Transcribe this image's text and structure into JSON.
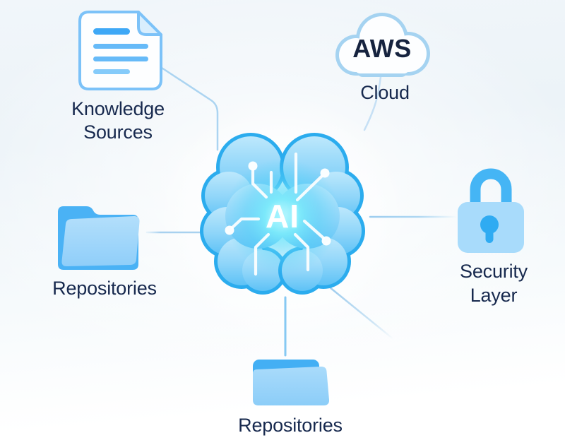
{
  "diagram": {
    "center": {
      "label": "AI",
      "icon": "brain-icon"
    },
    "nodes": {
      "knowledge_sources": {
        "icon": "document-icon",
        "line1": "Knowledge",
        "line2": "Sources"
      },
      "aws_cloud": {
        "icon": "cloud-icon",
        "title": "AWS",
        "label": "Cloud"
      },
      "repositories_left": {
        "icon": "folder-icon",
        "label": "Repositories"
      },
      "security_layer": {
        "icon": "lock-icon",
        "line1": "Security",
        "line2": "Layer"
      },
      "repositories_bottom": {
        "icon": "folder-icon",
        "label": "Repositories"
      }
    },
    "colors": {
      "accent_blue": "#2BACEE",
      "bright_blue": "#45B5F5",
      "light_blue_fill": "#A8DBFB",
      "icon_outline_blue": "#7CC2F8",
      "connector_blue": "#A9D3F1",
      "glow_cyan": "#7BEAFB",
      "label_text": "#17294E",
      "background_tint": "#EEF4F9"
    }
  }
}
